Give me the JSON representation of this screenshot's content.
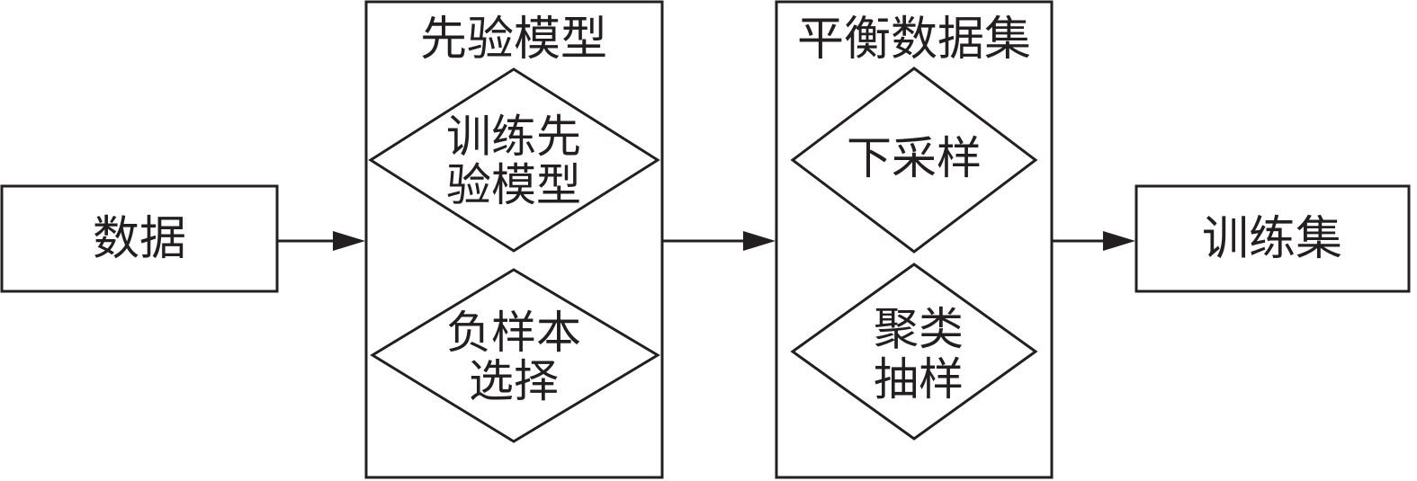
{
  "nodes": {
    "data": {
      "label": "数据"
    },
    "prior_model": {
      "title": "先验模型",
      "steps": [
        {
          "line1": "训练先",
          "line2": "验模型"
        },
        {
          "line1": "负样本",
          "line2": "选择"
        }
      ]
    },
    "balanced_dataset": {
      "title": "平衡数据集",
      "steps": [
        {
          "line1": "下采样",
          "line2": ""
        },
        {
          "line1": "聚类",
          "line2": "抽样"
        }
      ]
    },
    "training_set": {
      "label": "训练集"
    }
  },
  "colors": {
    "stroke": "#231f20",
    "background": "#ffffff"
  }
}
